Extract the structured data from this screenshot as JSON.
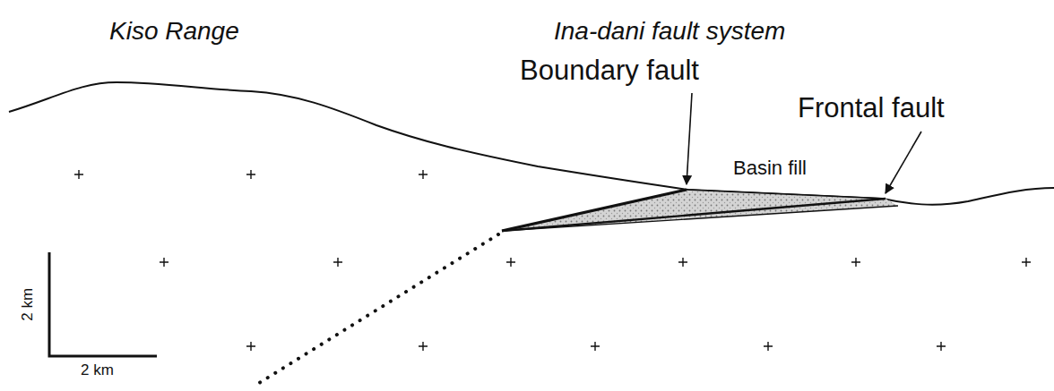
{
  "diagram": {
    "labels": [
      "Kiso Range",
      "Ina-dani fault system",
      "Boundary fault",
      "Frontal fault",
      "Basin fill",
      "2 km",
      "2 km"
    ]
  }
}
